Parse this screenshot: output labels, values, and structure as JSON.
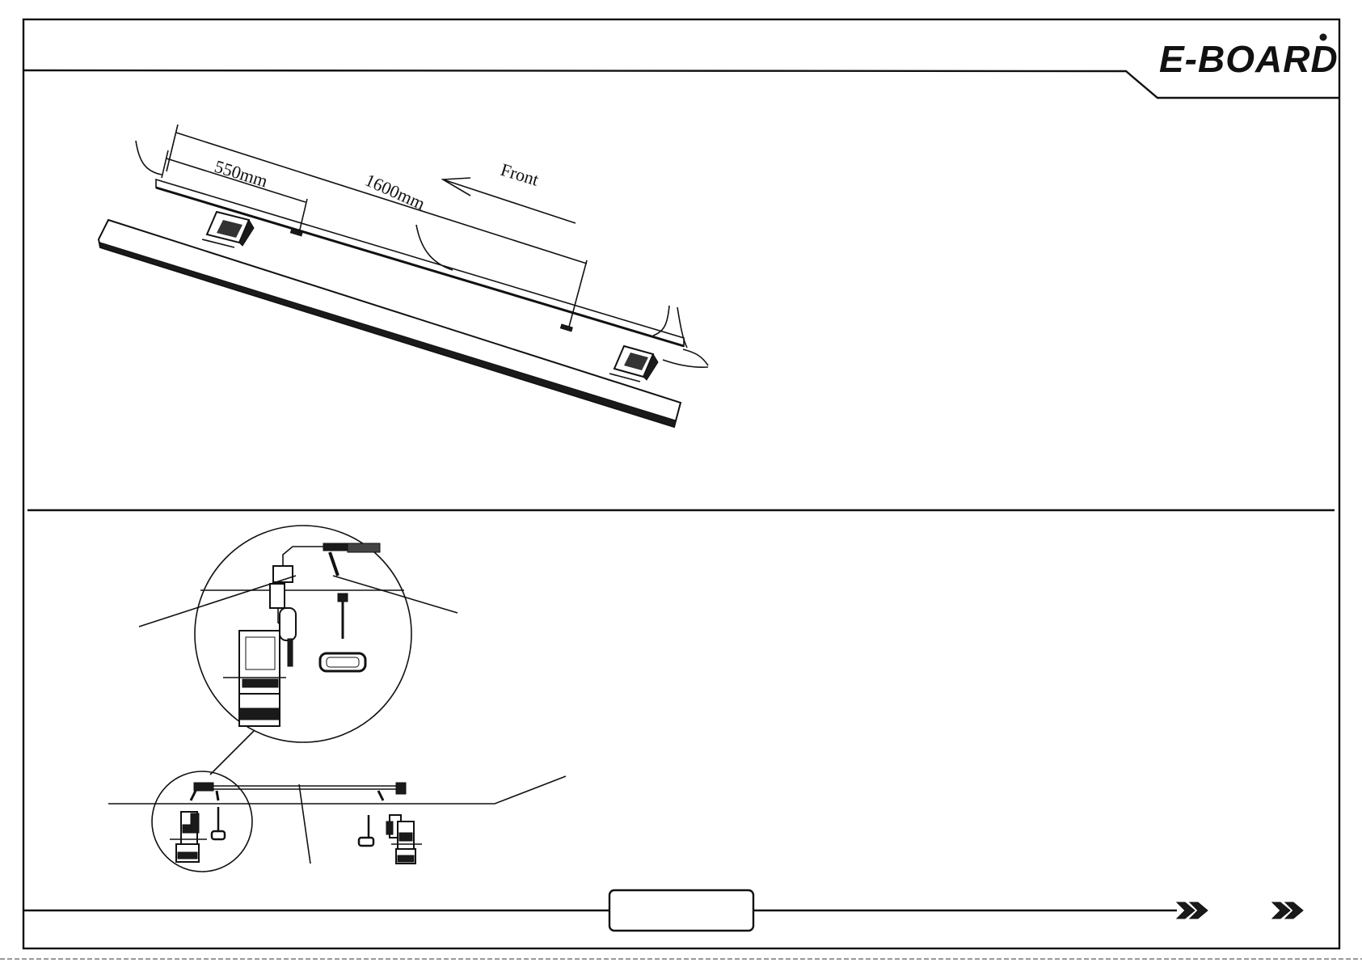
{
  "header": {
    "brand": "E-BOARD"
  },
  "diagram_top": {
    "dimension_short": "550mm",
    "dimension_long": "1600mm",
    "direction_label": "Front"
  },
  "footer": {
    "page_box_text": "",
    "nav_icons": [
      "double-chevron-right-icon",
      "double-chevron-right-icon"
    ]
  }
}
